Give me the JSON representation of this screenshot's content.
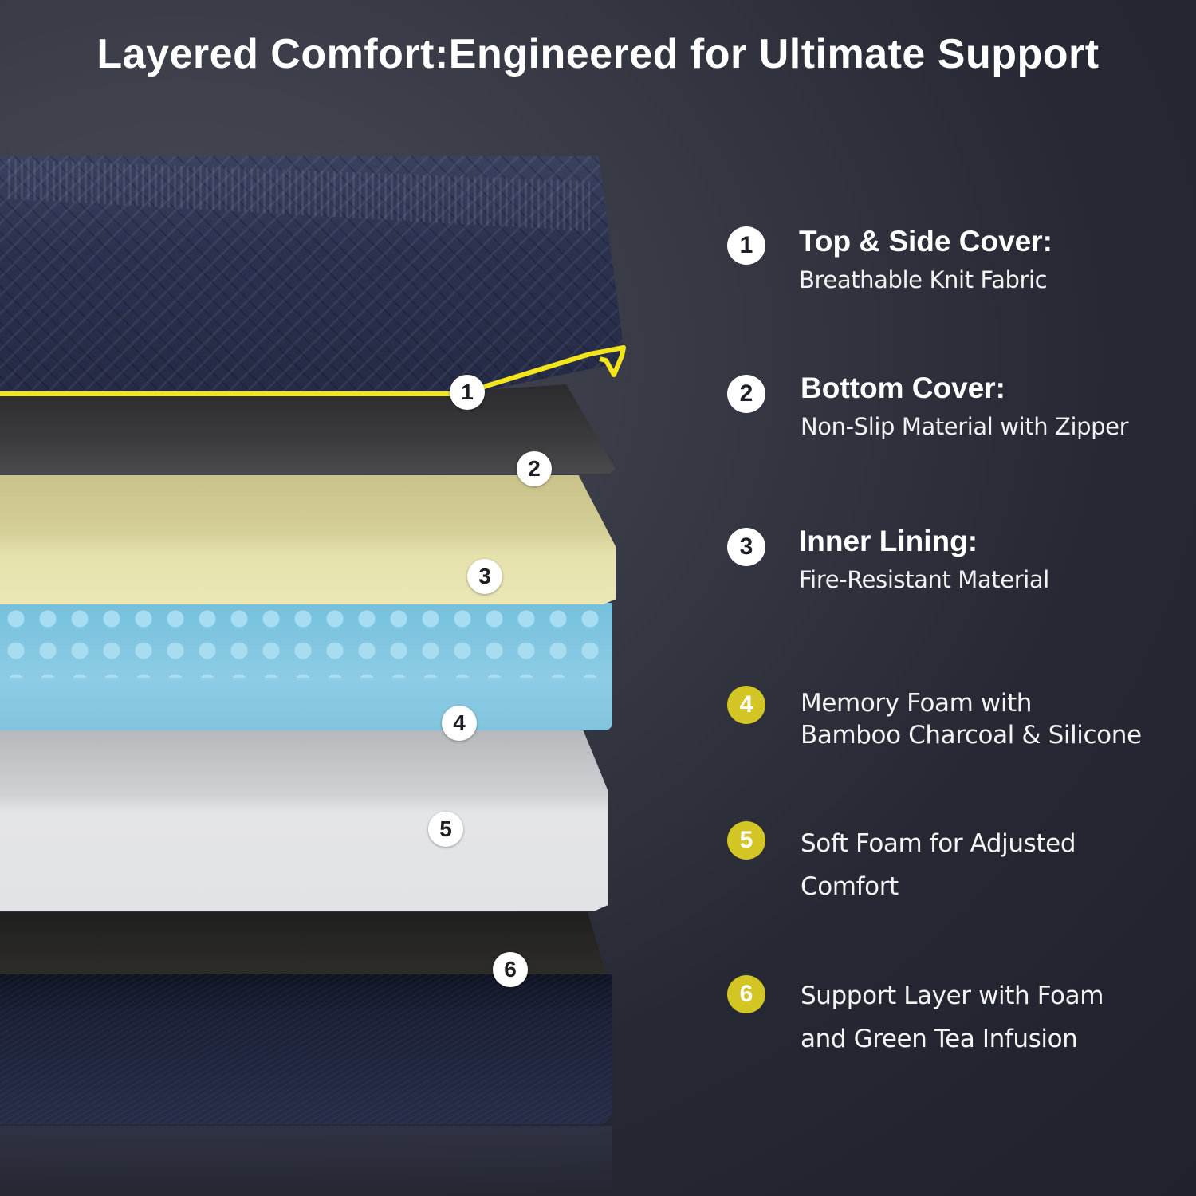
{
  "title": "Layered Comfort:Engineered for Ultimate Support",
  "colors": {
    "background": "#2a2c38",
    "accent_yellow": "#d3c524",
    "edge_yellow": "#f2e51c",
    "cover_navy": "#2b3250",
    "bottom_cover_gray": "#3b3b3d",
    "inner_lining_cream": "#e6e2ad",
    "memory_foam_blue": "#86c6e0",
    "soft_foam_white": "#e2e3e7",
    "support_dark": "#2d2c27"
  },
  "illustration": {
    "markers": [
      "1",
      "2",
      "3",
      "4",
      "5",
      "6"
    ]
  },
  "legend": [
    {
      "number": "1",
      "badge_style": "white",
      "title": "Top & Side Cover:",
      "subtitle": "Breathable Knit Fabric"
    },
    {
      "number": "2",
      "badge_style": "white",
      "title": "Bottom Cover:",
      "subtitle": "Non-Slip Material with Zipper"
    },
    {
      "number": "3",
      "badge_style": "white",
      "title": "Inner Lining:",
      "subtitle": "Fire-Resistant Material"
    },
    {
      "number": "4",
      "badge_style": "yellow",
      "lines": [
        "Memory Foam with",
        "Bamboo Charcoal & Silicone"
      ]
    },
    {
      "number": "5",
      "badge_style": "yellow",
      "lines": [
        "Soft Foam for Adjusted",
        "Comfort"
      ]
    },
    {
      "number": "6",
      "badge_style": "yellow",
      "lines": [
        "Support Layer with Foam",
        "and Green Tea Infusion"
      ]
    }
  ]
}
